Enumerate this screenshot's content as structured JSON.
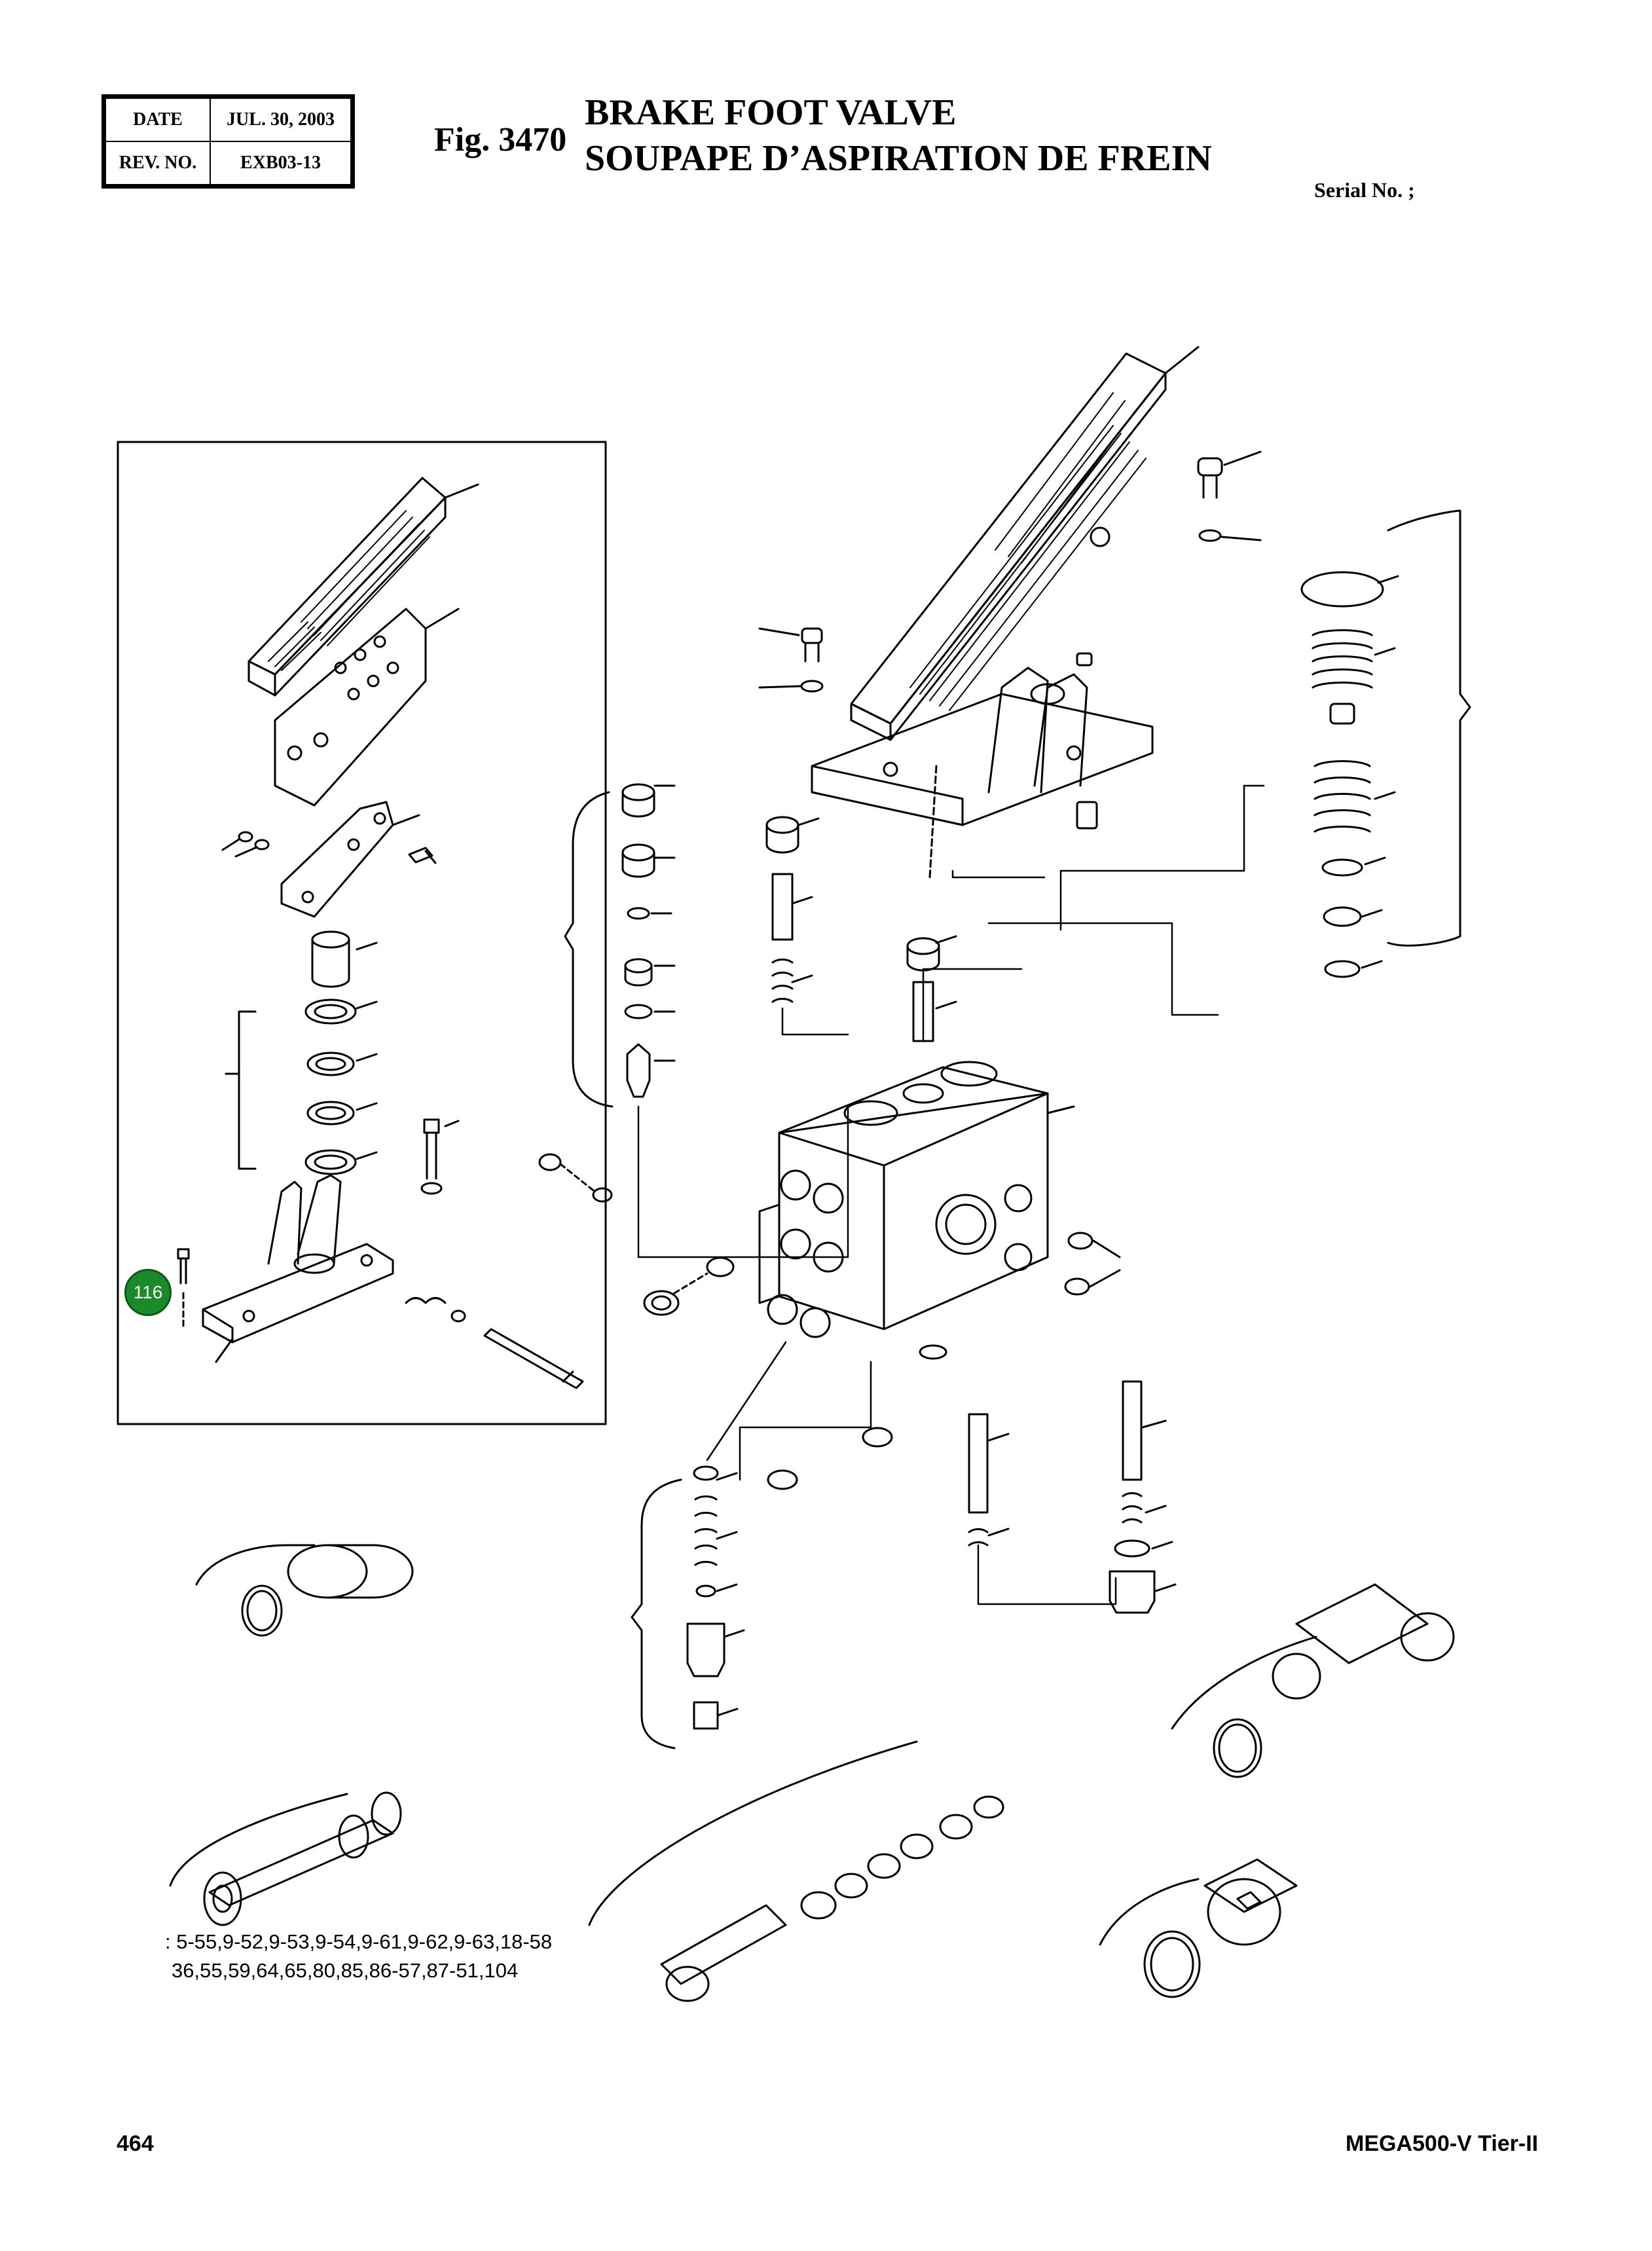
{
  "header": {
    "date_label": "DATE",
    "date_value": "JUL. 30, 2003",
    "rev_label": "REV. NO.",
    "rev_value": "EXB03-13",
    "fig_number": "Fig. 3470",
    "title_en": "BRAKE FOOT VALVE",
    "title_fr": "SOUPAPE D’ASPIRATION DE FREIN",
    "serial": "Serial No. ;"
  },
  "callout": {
    "label": "116",
    "color": "#1a8a2a"
  },
  "notes": {
    "line1": ": 5-55,9-52,9-53,9-54,9-61,9-62,9-63,18-58",
    "line2": "36,55,59,64,65,80,85,86-57,87-51,104"
  },
  "footer": {
    "page_number": "464",
    "model": "MEGA500-V Tier-II"
  }
}
